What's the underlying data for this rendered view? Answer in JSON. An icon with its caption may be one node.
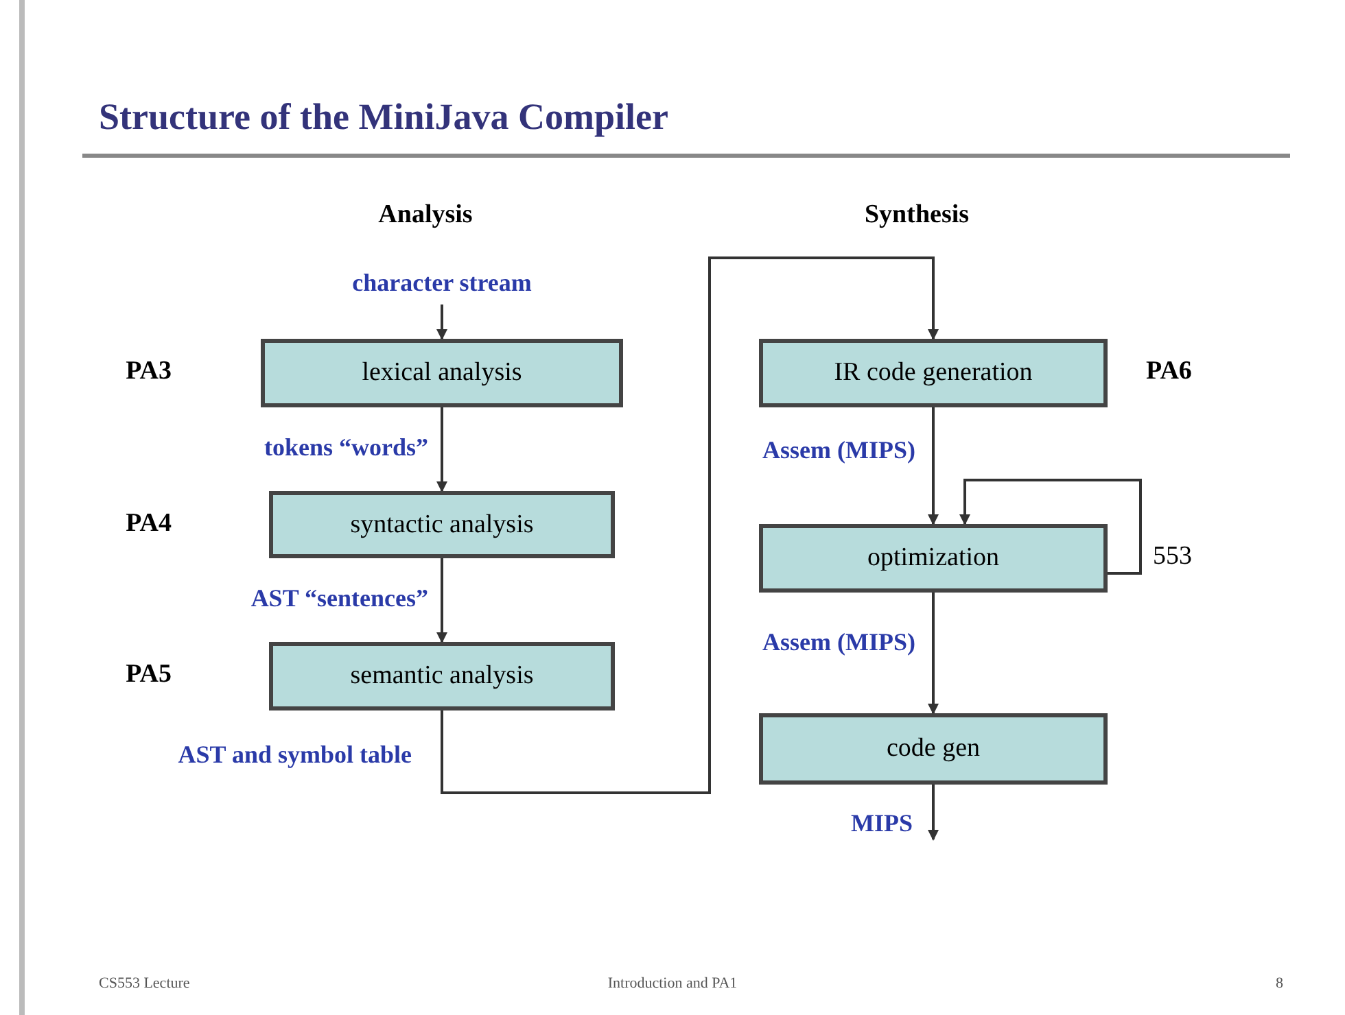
{
  "diagram": {
    "title": "Structure of the MiniJava Compiler",
    "nodes": [
      {
        "text": [
          "lexical analysis"
        ],
        "beside": [
          "PA3"
        ]
      },
      {
        "text": [
          "syntactic analysis"
        ],
        "beside": [
          "PA4"
        ]
      },
      {
        "text": [
          "semantic analysis"
        ],
        "beside": [
          "PA5"
        ]
      },
      {
        "text": [
          "IR code generation"
        ],
        "beside": [
          "PA6"
        ]
      },
      {
        "text": [
          "optimization"
        ]
      },
      {
        "text": [
          "code gen"
        ]
      }
    ],
    "edges": [
      {
        "from": null,
        "to": 0,
        "arrow": "to",
        "label": "character stream"
      },
      {
        "from": 0,
        "to": 1,
        "arrow": "to",
        "label": "tokens “words”"
      },
      {
        "from": 1,
        "to": 2,
        "arrow": "to",
        "label": "AST “sentences”"
      },
      {
        "from": 2,
        "to": 3,
        "arrow": "to",
        "label": "AST and symbol table"
      },
      {
        "from": 3,
        "to": 4,
        "arrow": "to",
        "label": "Assem (MIPS)"
      },
      {
        "from": 4,
        "to": 4,
        "arrow": "to",
        "label": "553"
      },
      {
        "from": 4,
        "to": 5,
        "arrow": "to",
        "label": "Assem (MIPS)"
      },
      {
        "from": 5,
        "to": null,
        "arrow": "to",
        "label": "MIPS"
      }
    ],
    "labels": [
      "Analysis",
      "Synthesis",
      "CS553 Lecture",
      "Introduction and PA1",
      "8"
    ]
  }
}
